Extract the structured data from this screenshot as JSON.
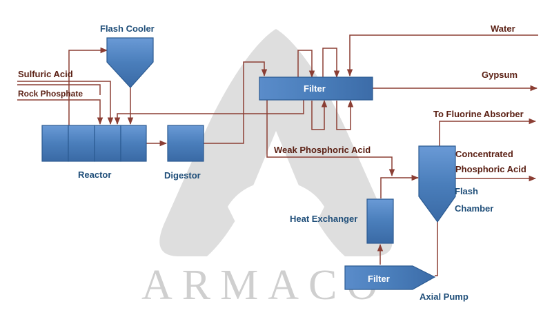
{
  "diagram": {
    "watermark": "ARMACO",
    "equipment": {
      "flash_cooler": "Flash Cooler",
      "reactor": "Reactor",
      "digestor": "Digestor",
      "filter_top": "Filter",
      "heat_exchanger": "Heat Exchanger",
      "filter_bottom": "Filter",
      "axial_pump": "Axial Pump",
      "flash_chamber_line1": "Flash",
      "flash_chamber_line2": "Chamber"
    },
    "streams": {
      "sulfuric_acid": "Sulfuric Acid",
      "rock_phosphate": "Rock Phosphate",
      "water": "Water",
      "gypsum": "Gypsum",
      "to_fluorine_absorber": "To Fluorine Absorber",
      "weak_phosphoric_acid": "Weak Phosphoric Acid",
      "concentrated_line1": "Concentrated",
      "concentrated_line2": "Phosphoric Acid"
    },
    "colors": {
      "equipment_fill": "#4a7ebb",
      "equipment_label": "#1f4e79",
      "stream_line": "#8b3e34",
      "stream_label": "#5a1f13",
      "watermark": "#d4d4d4"
    }
  }
}
